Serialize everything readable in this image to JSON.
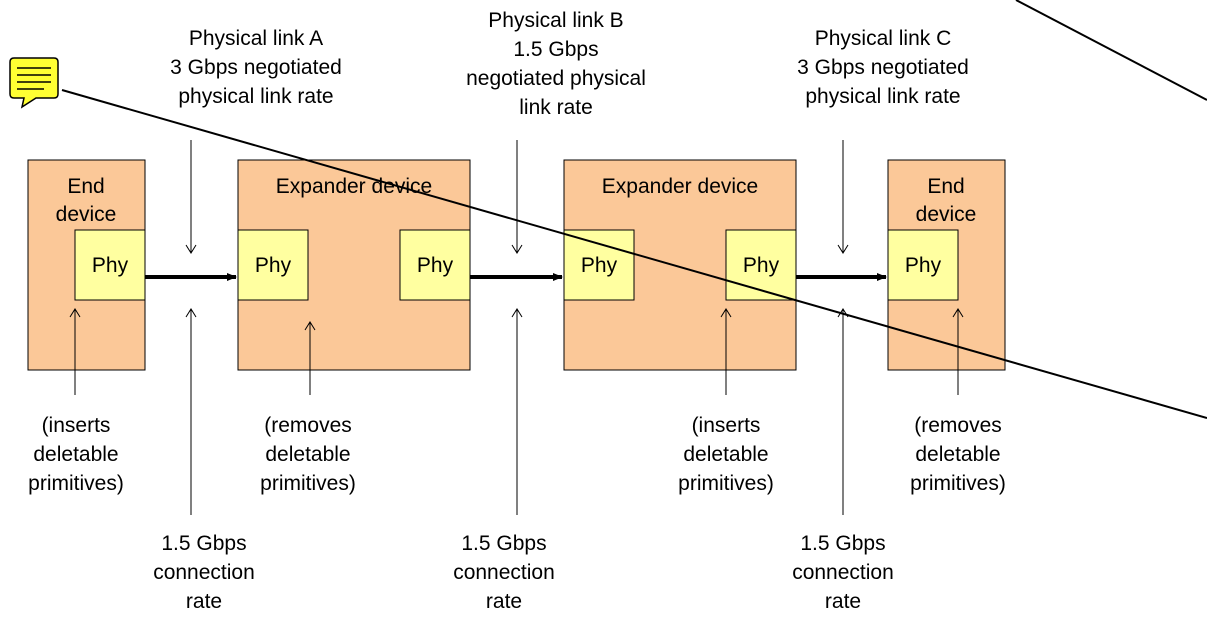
{
  "colors": {
    "device_fill": "#FBC898",
    "phy_fill": "#FFFFA0",
    "note_fill": "#FFFF33",
    "stroke": "#000000"
  },
  "note_icon": "comment-note-icon",
  "links": {
    "a": [
      "Physical link A",
      "3 Gbps negotiated",
      "physical link rate"
    ],
    "b": [
      "Physical link B",
      "1.5 Gbps",
      "negotiated physical",
      "link rate"
    ],
    "c": [
      "Physical link C",
      "3 Gbps negotiated",
      "physical link rate"
    ]
  },
  "devices": {
    "end1": [
      "End",
      "device"
    ],
    "exp1": "Expander device",
    "exp2": "Expander device",
    "end2": [
      "End",
      "device"
    ]
  },
  "phy_label": "Phy",
  "notes": {
    "n1": [
      "(inserts",
      "deletable",
      "primitives)"
    ],
    "n2": [
      "(removes",
      "deletable",
      "primitives)"
    ],
    "n3": [
      "(inserts",
      "deletable",
      "primitives)"
    ],
    "n4": [
      "(removes",
      "deletable",
      "primitives)"
    ]
  },
  "rates": {
    "r1": [
      "1.5 Gbps",
      "connection",
      "rate"
    ],
    "r2": [
      "1.5 Gbps",
      "connection",
      "rate"
    ],
    "r3": [
      "1.5 Gbps",
      "connection",
      "rate"
    ]
  }
}
